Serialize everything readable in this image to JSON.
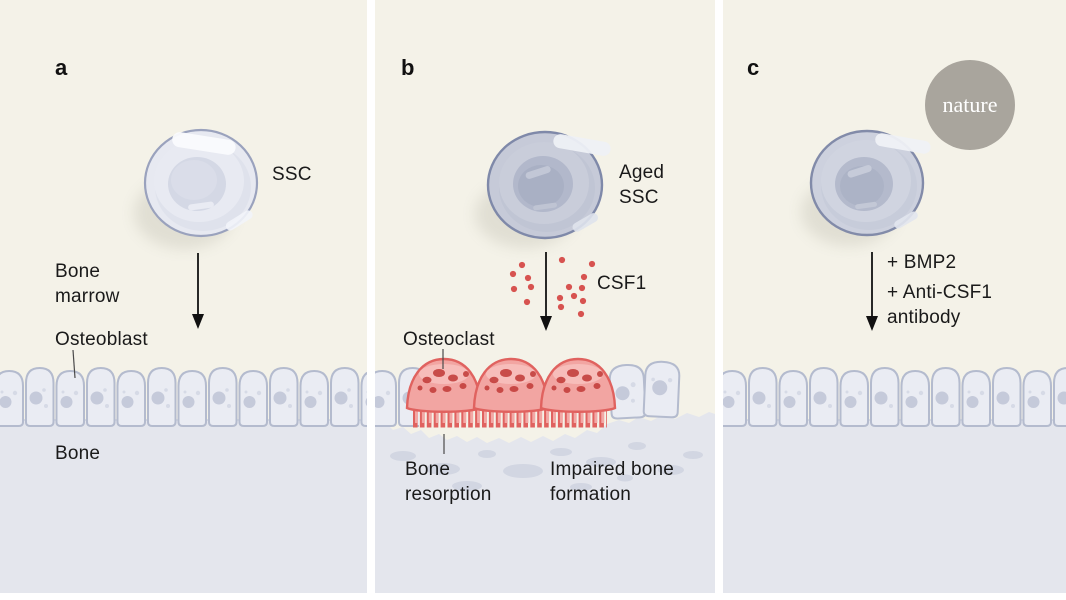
{
  "colors": {
    "panel_background": "#f4f2e8",
    "bone_gray": "#e4e6ed",
    "osteoclast_red": "#e0625f",
    "csf1_dot_red": "#d75350",
    "nature_logo_gray": "#a9a59d"
  },
  "panel_a": {
    "letter": "a",
    "cell_label": "SSC",
    "marrow_label": "Bone marrow",
    "osteoblast_label": "Osteoblast",
    "bone_label": "Bone"
  },
  "panel_b": {
    "letter": "b",
    "cell_label": "Aged SSC",
    "signal_label": "CSF1",
    "osteoclast_label": "Osteoclast",
    "resorption_label": "Bone resorption",
    "impaired_label": "Impaired bone formation"
  },
  "panel_c": {
    "letter": "c",
    "treatment_line1": "+ BMP2",
    "treatment_line2": "+ Anti-CSF1",
    "treatment_line3": "antibody",
    "logo_text": "nature"
  }
}
